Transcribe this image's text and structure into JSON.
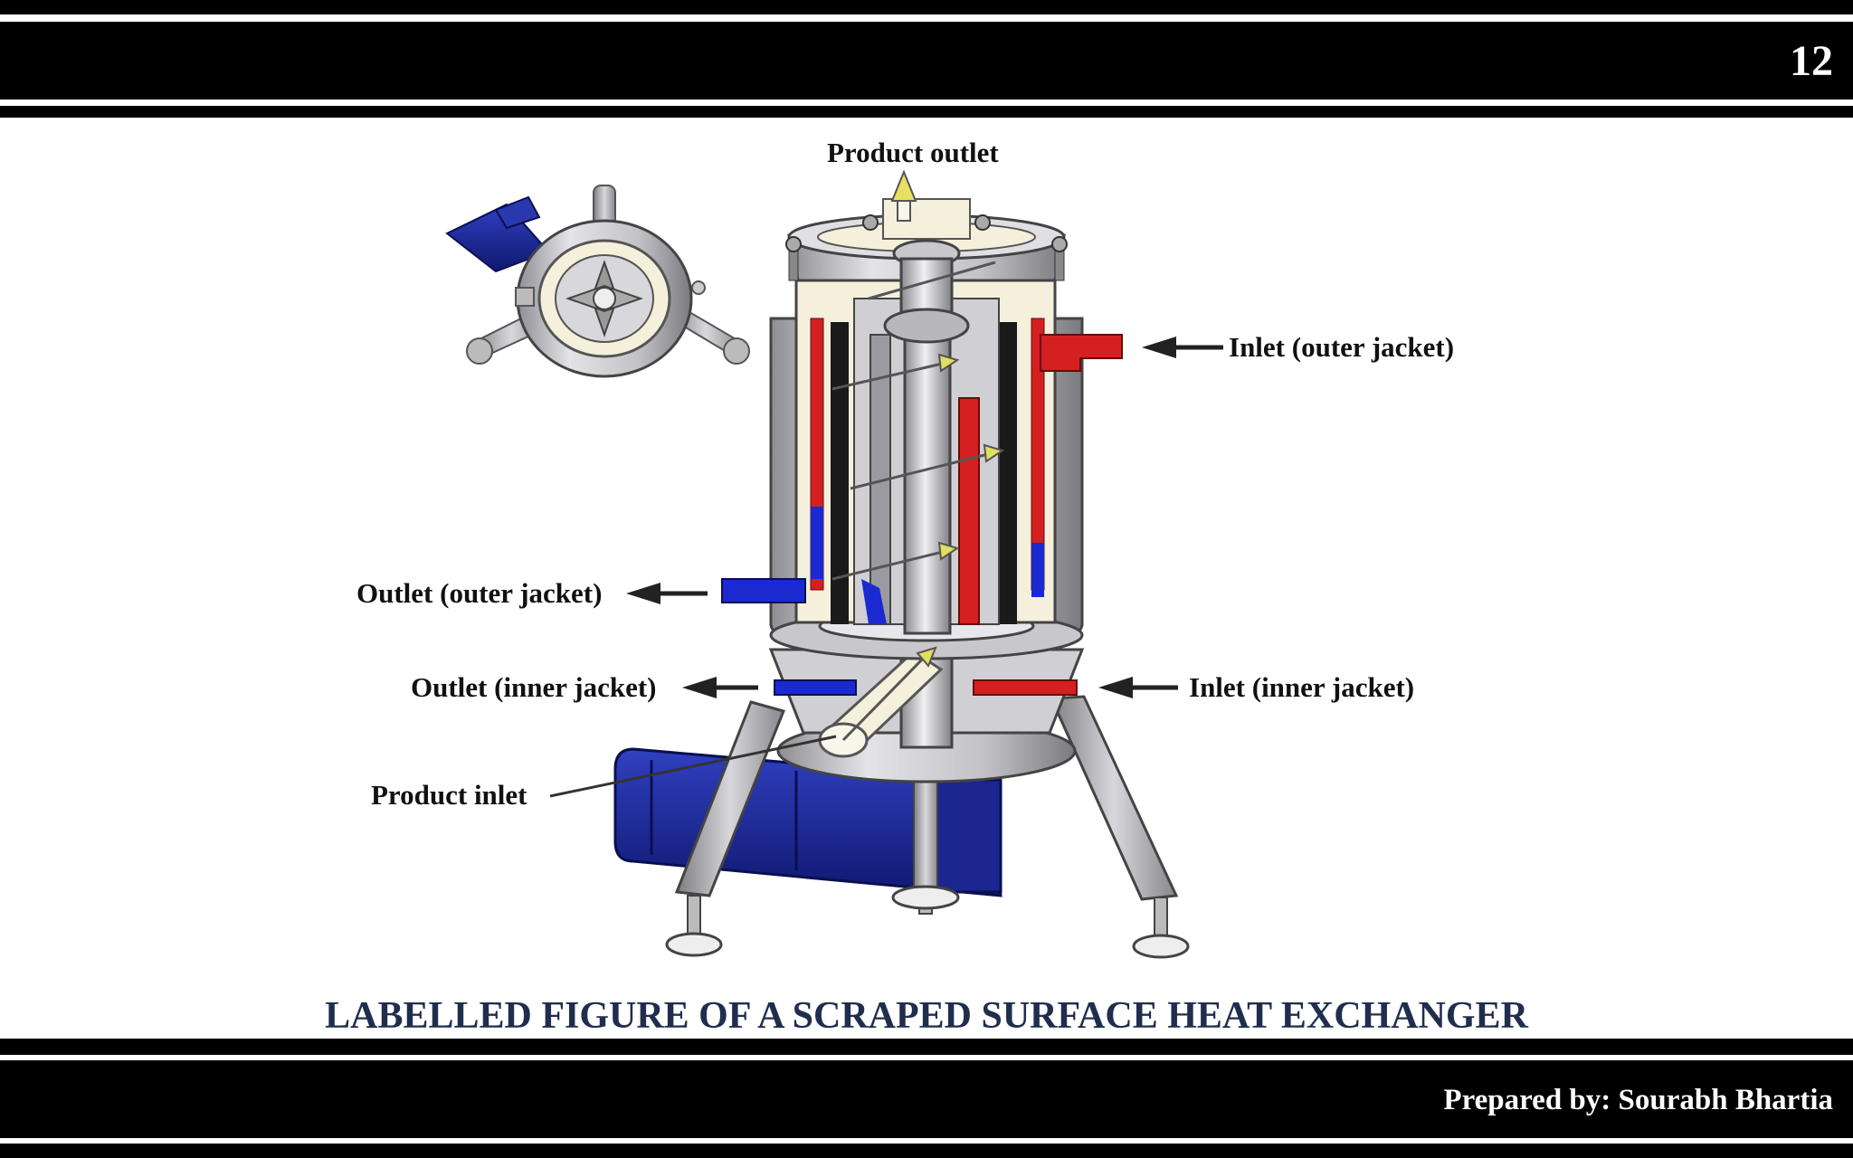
{
  "slide": {
    "page_number": "12",
    "credit": "Prepared by: Sourabh Bhartia"
  },
  "diagram": {
    "labels": {
      "product_outlet": "Product outlet",
      "inlet_outer_jacket": "Inlet (outer jacket)",
      "outlet_outer_jacket": "Outlet (outer jacket)",
      "outlet_inner_jacket": "Outlet (inner jacket)",
      "inlet_inner_jacket": "Inlet (inner jacket)",
      "product_inlet": "Product inlet"
    },
    "caption": "LABELLED FIGURE OF A SCRAPED SURFACE HEAT EXCHANGER"
  },
  "colors": {
    "hot": "#d42020",
    "cold": "#1a2ad0",
    "motor": "#1a2590",
    "steel": "#b8b8bc",
    "caption": "#1f2e4e"
  }
}
